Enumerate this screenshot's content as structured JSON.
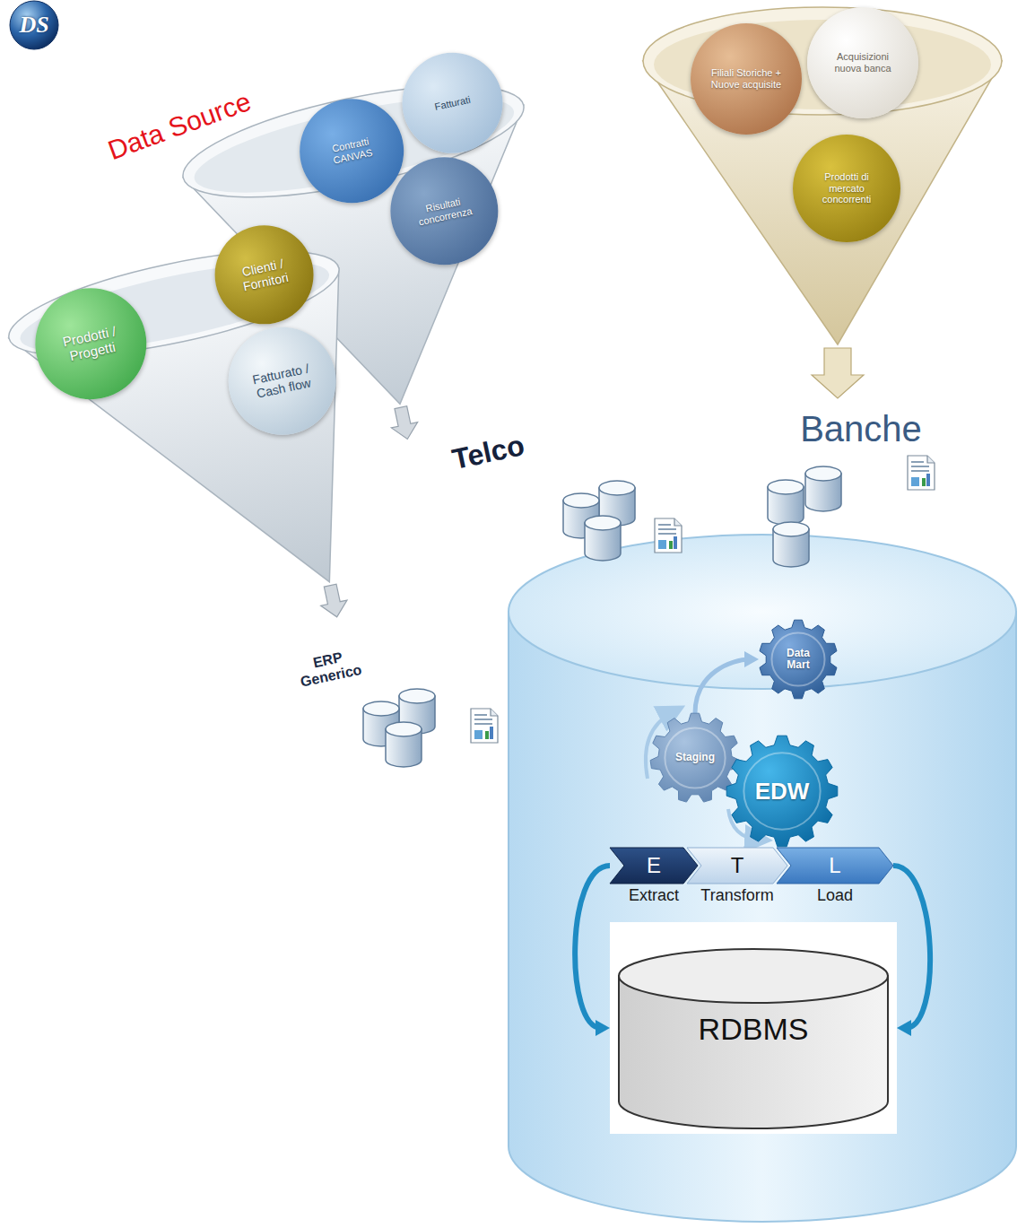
{
  "diagram": {
    "nodes": [
      {
        "text": [
          "ERP Generico"
        ]
      },
      {
        "text": [
          "Prodotti / Progetti"
        ],
        "in": 0
      },
      {
        "text": [
          "Clienti / Fornitori"
        ],
        "in": 0
      },
      {
        "text": [
          "Fatturato / Cash flow"
        ],
        "in": 0
      },
      {
        "text": [
          "Telco"
        ]
      },
      {
        "text": [
          "Contratti CANVAS"
        ],
        "in": 4
      },
      {
        "text": [
          "Fatturati"
        ],
        "in": 4
      },
      {
        "text": [
          "Risultati concorrenza"
        ],
        "in": 4
      },
      {
        "text": [
          "Banche"
        ]
      },
      {
        "text": [
          "Filiali Storiche + Nuove acquisite"
        ],
        "in": 8
      },
      {
        "text": [
          "Acquisizioni nuova banca"
        ],
        "in": 8
      },
      {
        "text": [
          "Prodotti di mercato concorrenti"
        ],
        "in": 8
      },
      {
        "text": [
          "Data Mart"
        ]
      },
      {
        "text": [
          "Staging"
        ]
      },
      {
        "text": [
          "EDW"
        ]
      },
      {
        "text": [
          "E",
          "Extract"
        ]
      },
      {
        "text": [
          "T",
          "Transform"
        ]
      },
      {
        "text": [
          "L",
          "Load"
        ]
      },
      {
        "text": [
          "RDBMS"
        ]
      }
    ],
    "edges": [
      {
        "from": 13,
        "to": 12,
        "arrow": "to"
      },
      {
        "from": 15,
        "to": 18,
        "arrow": "to"
      },
      {
        "from": 17,
        "to": 18,
        "arrow": "to"
      }
    ],
    "labels": [
      "DS",
      "Data Source"
    ]
  }
}
